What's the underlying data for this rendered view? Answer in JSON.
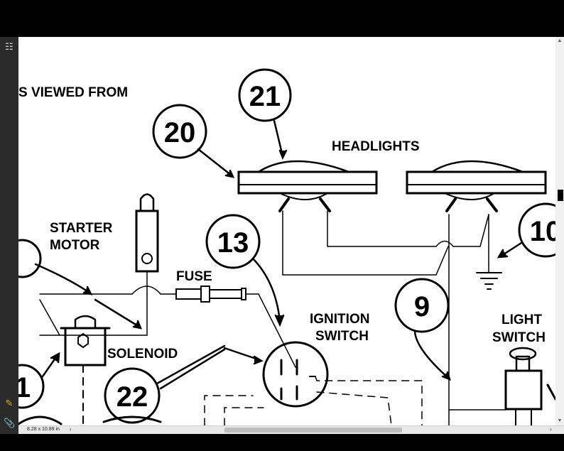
{
  "document": {
    "labels": {
      "viewed_from": "S VIEWED FROM",
      "headlights": "HEADLIGHTS",
      "starter": "STARTER",
      "motor": "MOTOR",
      "fuse": "FUSE",
      "ignition": "IGNITION",
      "switch": "SWITCH",
      "light": "LIGHT",
      "light_switch": "SWITCH",
      "solenoid": "SOLENOID"
    },
    "callouts": {
      "c21": "21",
      "c20": "20",
      "c13": "13",
      "c10": "10",
      "c9": "9",
      "c22": "22",
      "c1": "1"
    }
  },
  "statusbar": {
    "page_size": "8.28 x 10.89 in"
  },
  "sidebar": {
    "icons": [
      "pages-icon",
      "comment-icon",
      "attachment-icon"
    ]
  }
}
